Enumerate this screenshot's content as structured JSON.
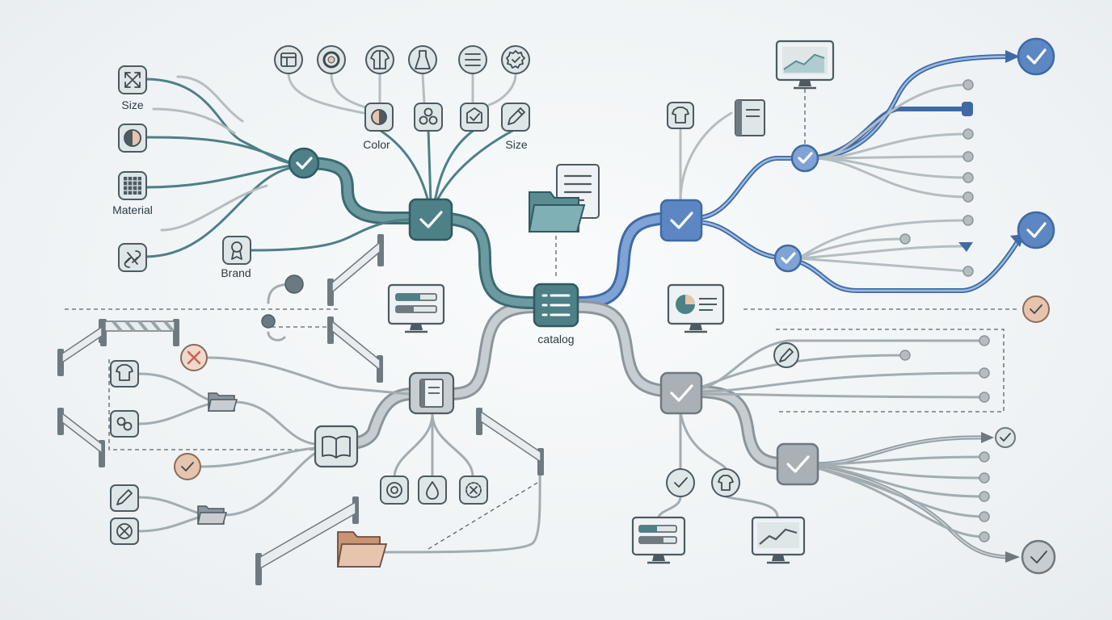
{
  "labels": {
    "size_left": "Size",
    "material": "Material",
    "brand": "Brand",
    "color": "Color",
    "size_top": "Size",
    "catalog": "catalog"
  },
  "colors": {
    "teal": "#4d8087",
    "teal_dark": "#3c6b72",
    "blue": "#5c87c2",
    "blue_dark": "#3f6aa5",
    "gray": "#b4bcc1",
    "gray_dark": "#8b959b",
    "node_gray": "#a9b1b6",
    "icon_fill": "#dfe6e8",
    "accent_orange": "#e6c4ad",
    "cancel_red": "#c8644d"
  },
  "icons": [
    "expand-icon",
    "half-circle-icon",
    "texture-icon",
    "link-icon",
    "badge-icon",
    "window-icon",
    "palette-icon",
    "shirt-icon",
    "dress-icon",
    "list-icon",
    "gear-icon",
    "color-icon",
    "swatches-icon",
    "tag-check-icon",
    "pencil-icon",
    "folder-icon",
    "document-icon",
    "catalog-icon",
    "tshirt-icon",
    "book-icon",
    "chart-monitor-icon",
    "pie-monitor-icon",
    "check-icon",
    "cancel-icon",
    "barrier-icon"
  ]
}
